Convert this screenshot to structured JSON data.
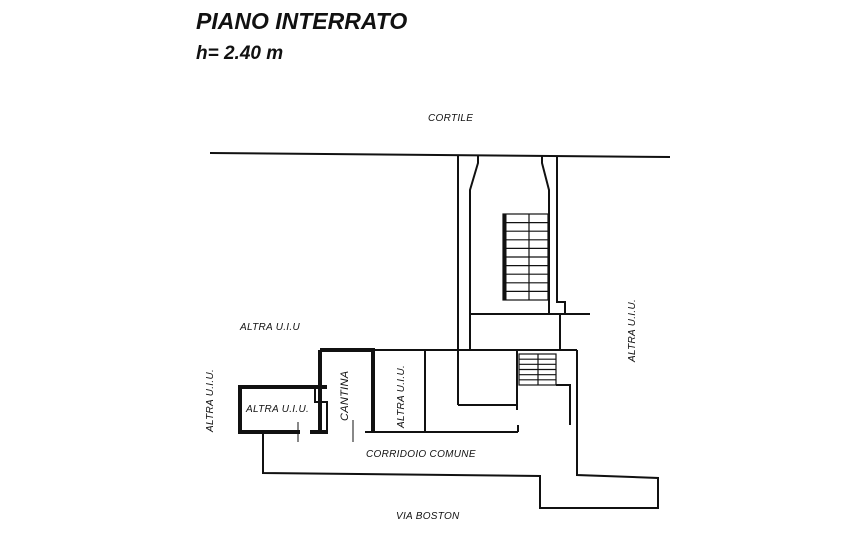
{
  "header": {
    "title": "PIANO INTERRATO",
    "height": "h= 2.40 m"
  },
  "labels": {
    "courtyard": "CORTILE",
    "other_unit_top_left": "ALTRA U.I.U",
    "other_unit_left": "ALTRA U.I.U.",
    "other_unit_small_room": "ALTRA U.I.U.",
    "cellar": "CANTINA",
    "other_unit_middle": "ALTRA U.I.U.",
    "other_unit_right": "ALTRA U.I.U.",
    "common_corridor": "CORRIDOIO COMUNE",
    "street": "VIA BOSTON"
  }
}
